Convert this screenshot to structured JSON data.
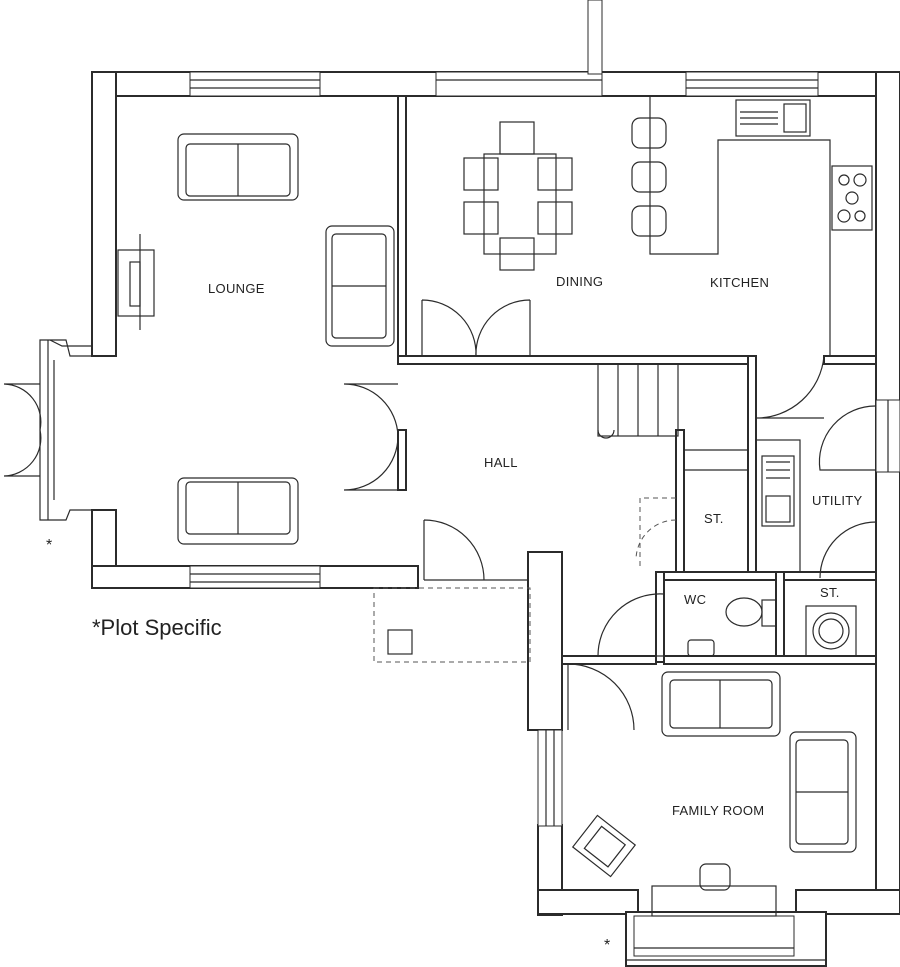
{
  "rooms": {
    "lounge": "LOUNGE",
    "dining": "DINING",
    "kitchen": "KITCHEN",
    "hall": "HALL",
    "store1": "ST.",
    "utility": "UTILITY",
    "wc": "WC",
    "store2": "ST.",
    "family_room": "FAMILY ROOM"
  },
  "notes": {
    "plot_specific": "*Plot Specific",
    "asterisk_left": "*",
    "asterisk_bottom": "*"
  },
  "colors": {
    "line": "#2b2b2b",
    "background": "#ffffff"
  }
}
